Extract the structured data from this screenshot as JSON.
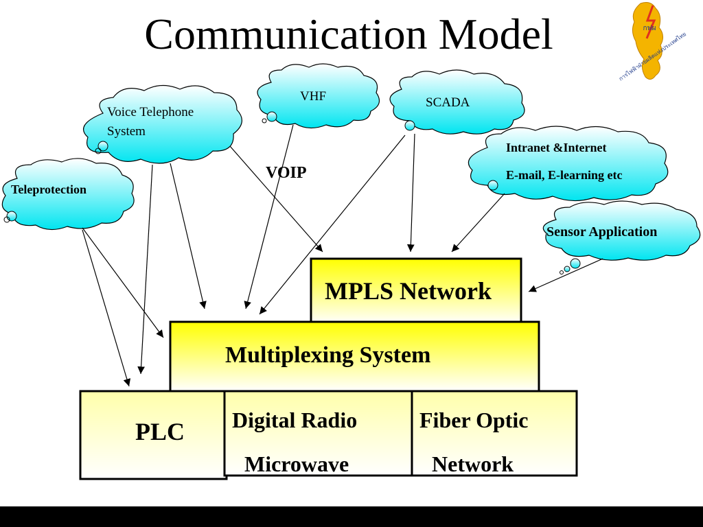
{
  "title": "Communication Model",
  "clouds": {
    "voice_telephone": [
      "Voice Telephone",
      "System"
    ],
    "vhf": "VHF",
    "scada": "SCADA",
    "intranet": [
      "Intranet &Internet",
      "E-mail, E-learning etc"
    ],
    "teleprotection": "Teleprotection",
    "sensor": "Sensor Application"
  },
  "voip_label": "VOIP",
  "boxes": {
    "mpls": "MPLS Network",
    "multiplexing": "Multiplexing System",
    "plc": "PLC",
    "digital_radio": [
      "Digital Radio",
      "Microwave"
    ],
    "fiber_optic": [
      "Fiber Optic",
      "Network"
    ]
  },
  "logo": {
    "glyph": "กฟผ",
    "caption": "การไฟฟ้าฝ่ายผลิตแห่งประเทศไทย"
  },
  "colors": {
    "cloud_top": "#ffffff",
    "cloud_bottom": "#00e5f0",
    "box_top": "#ffff00",
    "box_bottom": "#ffffff",
    "logo_map": "#f4b400",
    "logo_accent": "#e0301e",
    "logo_text": "#1e3a8a"
  }
}
